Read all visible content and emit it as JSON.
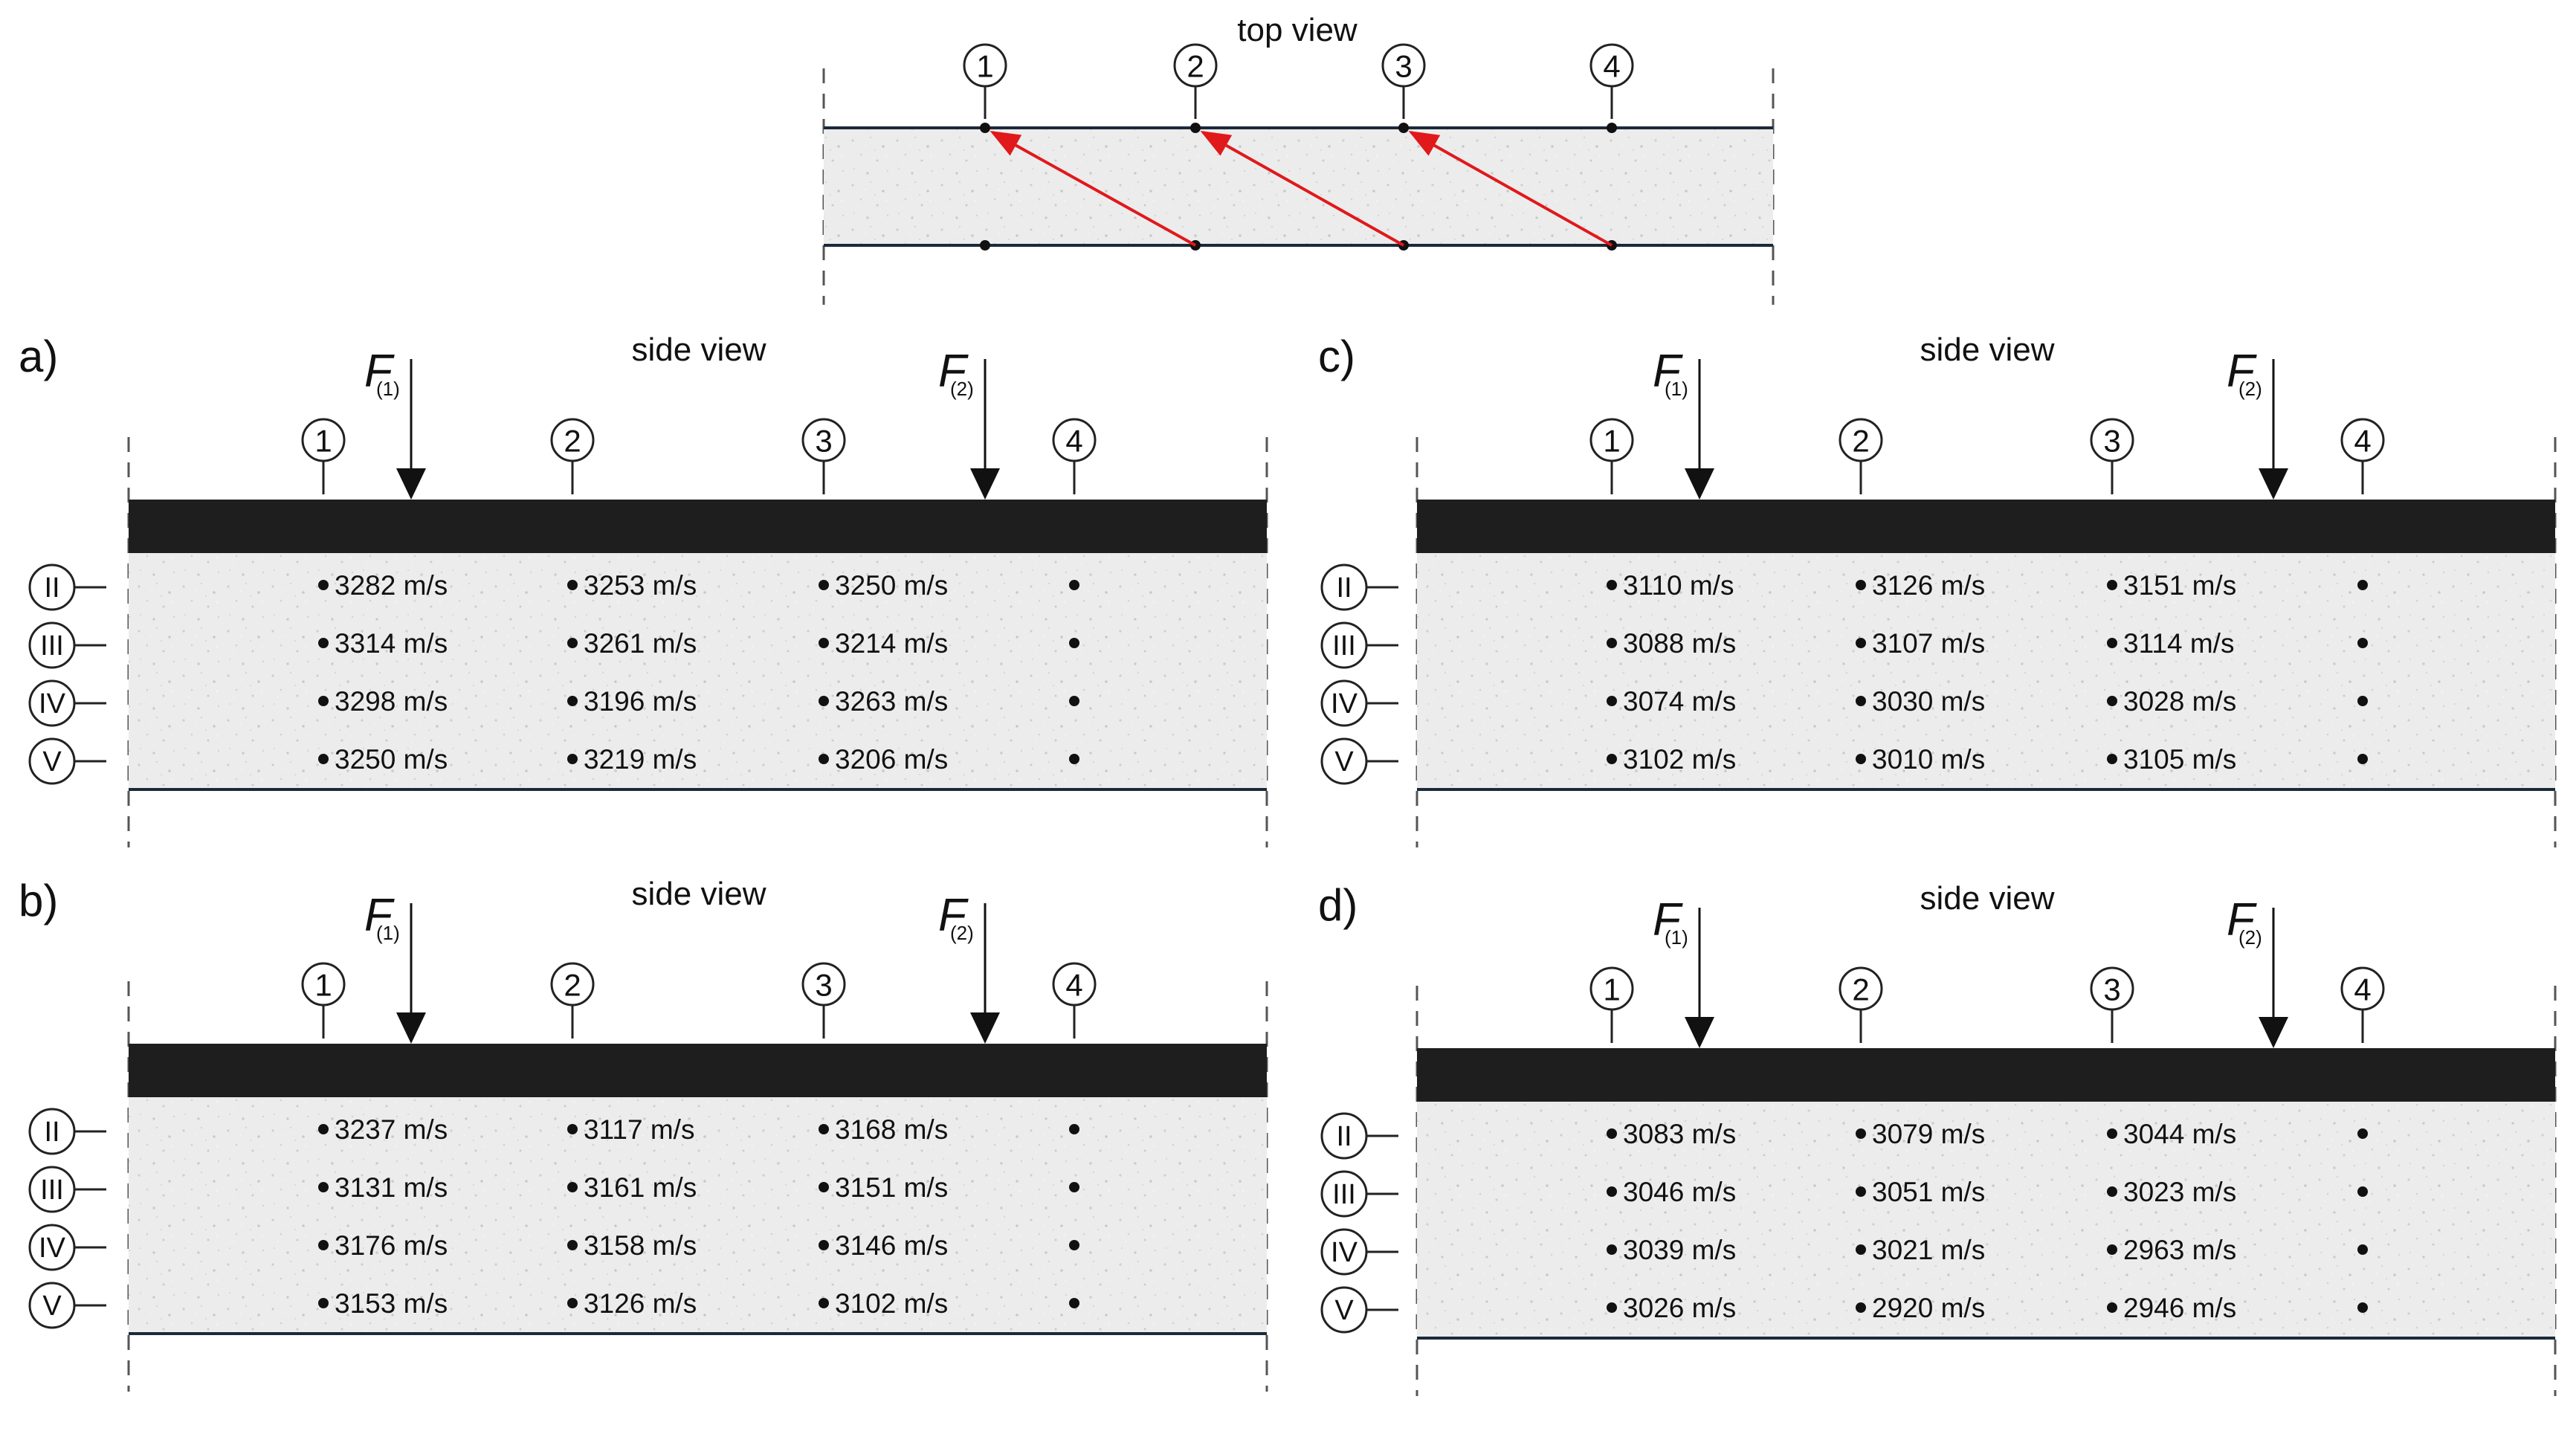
{
  "top_view": {
    "title": "top view",
    "points": [
      "1",
      "2",
      "3",
      "4"
    ]
  },
  "panels": [
    {
      "letter": "a)",
      "title": "side view",
      "force1": "F",
      "force1_sub": "(1)",
      "force2": "F",
      "force2_sub": "(2)",
      "points": [
        "1",
        "2",
        "3",
        "4"
      ],
      "rows": [
        {
          "label": "II",
          "values": [
            "3282 m/s",
            "3253 m/s",
            "3250 m/s"
          ]
        },
        {
          "label": "III",
          "values": [
            "3314 m/s",
            "3261 m/s",
            "3214 m/s"
          ]
        },
        {
          "label": "IV",
          "values": [
            "3298 m/s",
            "3196 m/s",
            "3263 m/s"
          ]
        },
        {
          "label": "V",
          "values": [
            "3250 m/s",
            "3219 m/s",
            "3206 m/s"
          ]
        }
      ]
    },
    {
      "letter": "b)",
      "title": "side view",
      "force1": "F",
      "force1_sub": "(1)",
      "force2": "F",
      "force2_sub": "(2)",
      "points": [
        "1",
        "2",
        "3",
        "4"
      ],
      "rows": [
        {
          "label": "II",
          "values": [
            "3237 m/s",
            "3117 m/s",
            "3168 m/s"
          ]
        },
        {
          "label": "III",
          "values": [
            "3131 m/s",
            "3161 m/s",
            "3151 m/s"
          ]
        },
        {
          "label": "IV",
          "values": [
            "3176 m/s",
            "3158 m/s",
            "3146 m/s"
          ]
        },
        {
          "label": "V",
          "values": [
            "3153 m/s",
            "3126 m/s",
            "3102 m/s"
          ]
        }
      ]
    },
    {
      "letter": "c)",
      "title": "side view",
      "force1": "F",
      "force1_sub": "(1)",
      "force2": "F",
      "force2_sub": "(2)",
      "points": [
        "1",
        "2",
        "3",
        "4"
      ],
      "rows": [
        {
          "label": "II",
          "values": [
            "3110 m/s",
            "3126 m/s",
            "3151 m/s"
          ]
        },
        {
          "label": "III",
          "values": [
            "3088 m/s",
            "3107 m/s",
            "3114 m/s"
          ]
        },
        {
          "label": "IV",
          "values": [
            "3074 m/s",
            "3030 m/s",
            "3028 m/s"
          ]
        },
        {
          "label": "V",
          "values": [
            "3102 m/s",
            "3010 m/s",
            "3105 m/s"
          ]
        }
      ]
    },
    {
      "letter": "d)",
      "title": "side view",
      "force1": "F",
      "force1_sub": "(1)",
      "force2": "F",
      "force2_sub": "(2)",
      "points": [
        "1",
        "2",
        "3",
        "4"
      ],
      "rows": [
        {
          "label": "II",
          "values": [
            "3083 m/s",
            "3079 m/s",
            "3044 m/s"
          ]
        },
        {
          "label": "III",
          "values": [
            "3046 m/s",
            "3051 m/s",
            "3023 m/s"
          ]
        },
        {
          "label": "IV",
          "values": [
            "3039 m/s",
            "3021 m/s",
            "2963 m/s"
          ]
        },
        {
          "label": "V",
          "values": [
            "3026 m/s",
            "2920 m/s",
            "2946 m/s"
          ]
        }
      ]
    }
  ],
  "colors": {
    "concrete": "#ececec",
    "steel_plate": "#1e1e1e",
    "arrow": "#e0191b",
    "line": "#1b2a3a"
  }
}
